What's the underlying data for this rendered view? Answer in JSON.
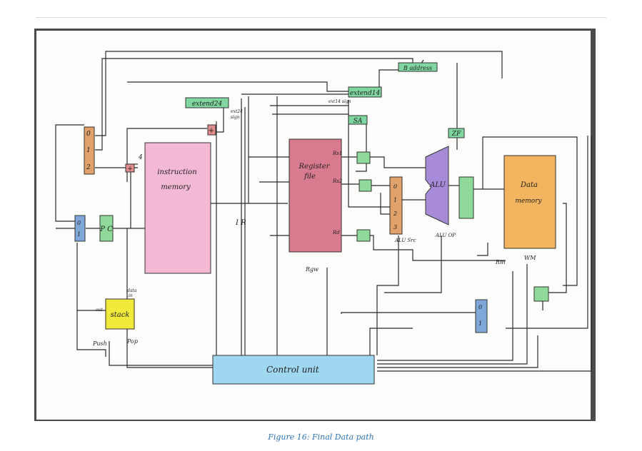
{
  "caption": "Figure 16: Final Data path",
  "colors": {
    "pc_blue": "#7fa7d8",
    "pc_green": "#8fd99a",
    "mux_orange": "#e0a26a",
    "instr_mem_pink": "#f3b8d4",
    "reg_file_red": "#d97b8e",
    "alu_purple": "#a78bd9",
    "data_mem_orange": "#f2b45e",
    "stack_yellow": "#f2ea3a",
    "control_cyan": "#9ed7ef",
    "ext_green": "#7fd6a0"
  },
  "blocks": {
    "pc_label": "P C",
    "pc_mux": [
      "0",
      "1"
    ],
    "next_pc_mux": [
      "0",
      "1",
      "2"
    ],
    "adder_plus": "+",
    "four": "4",
    "extend24": "extend24",
    "ext24_sign": [
      "ext24",
      "sign"
    ],
    "extend14": "extend14",
    "ext14_sign": "ext14 sign",
    "b_address": "B address",
    "sa": "SA",
    "zf": "ZF",
    "instruction_memory": [
      "instruction",
      "memory"
    ],
    "ir": "I R",
    "register_file": [
      "Register",
      "file"
    ],
    "rs1": "Rs1",
    "rs2": "Rs2",
    "rd": "Rd",
    "rgw": "Rgw",
    "alu_src_mux": [
      "0",
      "1",
      "2",
      "3"
    ],
    "alu_src": "ALU Src",
    "alu": "ALU",
    "alu_op": "ALU OP",
    "data_memory": [
      "Data",
      "memory"
    ],
    "rm": "Rm",
    "wm": "WM",
    "wb_mux": [
      "0",
      "1"
    ],
    "stack": "stack",
    "stack_data_in": [
      "data",
      "in"
    ],
    "stack_out": "out",
    "push": "Push",
    "pop": "Pop",
    "control_unit": "Control unit"
  }
}
